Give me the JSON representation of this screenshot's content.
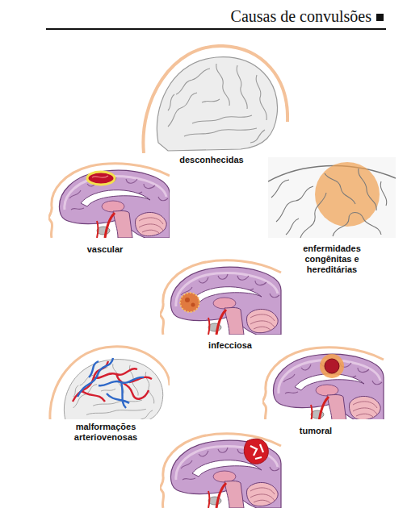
{
  "diagram": {
    "title": "Causas de convulsões",
    "labels": [
      "desconhecidas",
      "vascular",
      "enfermidades congênitas e hereditárias",
      "infecciosa",
      "malformações arteriovenosas",
      "tumoral"
    ]
  }
}
